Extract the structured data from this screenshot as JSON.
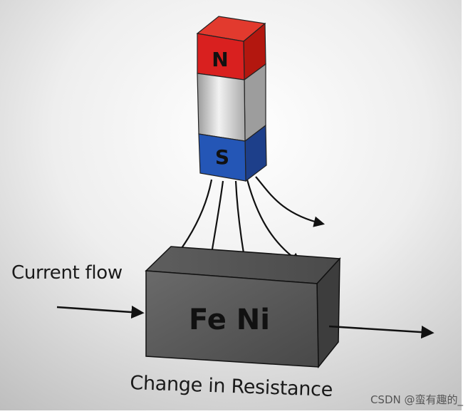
{
  "magnet": {
    "north_label": "N",
    "south_label": "S",
    "north_color": "#d9201f",
    "middle_color": "#c8c8c8",
    "south_color": "#2456b6"
  },
  "block": {
    "material_label": "Fe Ni",
    "color": "#5a5a5a"
  },
  "labels": {
    "current_flow": "Current flow",
    "change_in_resistance": "Change in Resistance"
  },
  "watermark": "CSDN @蛮有趣的_"
}
